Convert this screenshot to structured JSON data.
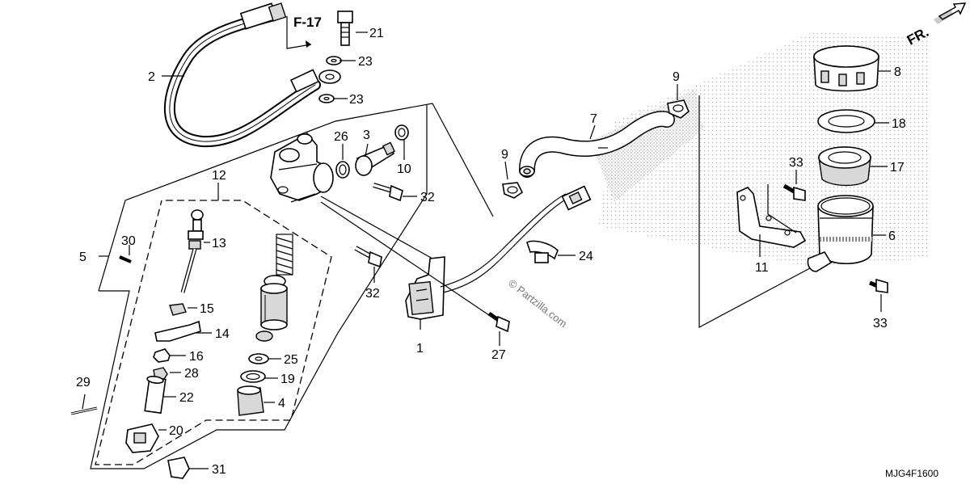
{
  "reference": "F-17",
  "direction_label": "FR.",
  "watermark": "© Partzilla.com",
  "diagram_code": "MJG4F1600",
  "callouts": {
    "c1": "1",
    "c2": "2",
    "c3": "3",
    "c4": "4",
    "c5": "5",
    "c6": "6",
    "c7": "7",
    "c8": "8",
    "c9a": "9",
    "c9b": "9",
    "c10": "10",
    "c11": "11",
    "c12": "12",
    "c13": "13",
    "c14": "14",
    "c15": "15",
    "c16": "16",
    "c17": "17",
    "c18": "18",
    "c19": "19",
    "c20": "20",
    "c21": "21",
    "c22": "22",
    "c23a": "23",
    "c23b": "23",
    "c24": "24",
    "c25": "25",
    "c26": "26",
    "c27": "27",
    "c28": "28",
    "c29": "29",
    "c30": "30",
    "c31": "31",
    "c32a": "32",
    "c32b": "32",
    "c33a": "33",
    "c33b": "33"
  }
}
